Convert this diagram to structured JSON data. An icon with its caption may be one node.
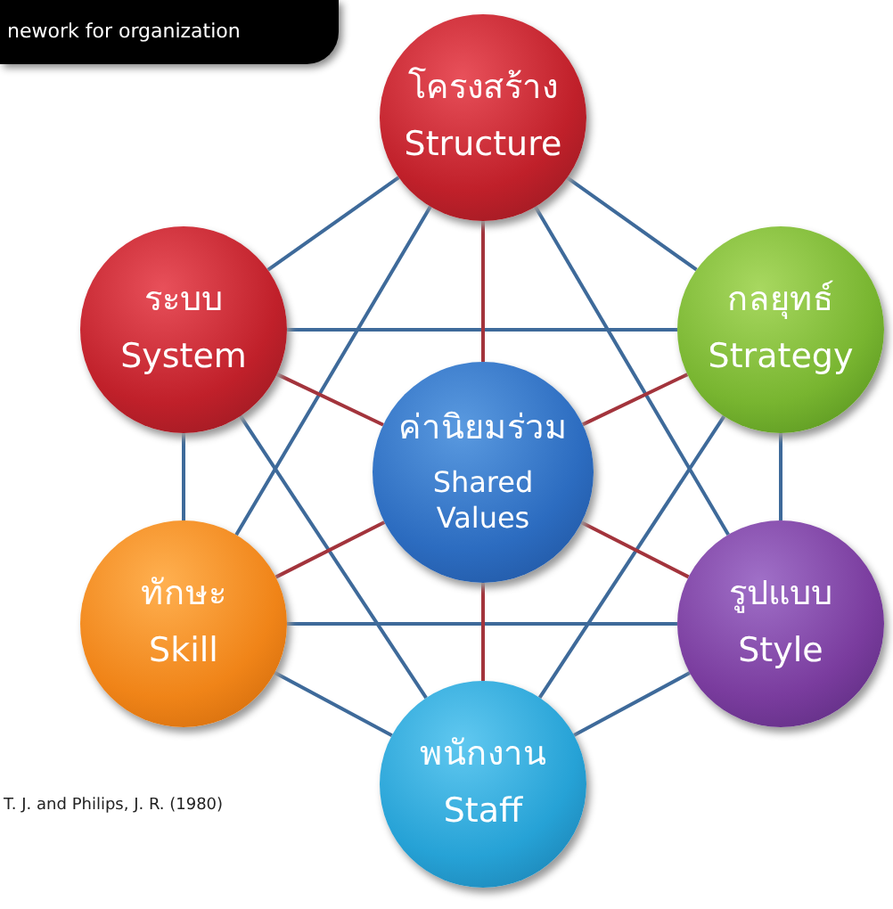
{
  "diagram": {
    "title": "nework for organization",
    "nodes": [
      {
        "text": [
          "โครงสร้าง",
          "Structure"
        ]
      },
      {
        "text": [
          "ระบบ",
          "System"
        ]
      },
      {
        "text": [
          "กลยุทธ์",
          "Strategy"
        ]
      },
      {
        "text": [
          "ค่านิยมร่วม",
          "Shared Values"
        ]
      },
      {
        "text": [
          "ทักษะ",
          "Skill"
        ]
      },
      {
        "text": [
          "รูปแบบ",
          "Style"
        ]
      },
      {
        "text": [
          "พนักงาน",
          "Staff"
        ]
      }
    ],
    "edges": [
      {
        "from": 0,
        "to": 2,
        "arrow": "none"
      },
      {
        "from": 2,
        "to": 5,
        "arrow": "none"
      },
      {
        "from": 5,
        "to": 6,
        "arrow": "none"
      },
      {
        "from": 6,
        "to": 4,
        "arrow": "none"
      },
      {
        "from": 4,
        "to": 1,
        "arrow": "none"
      },
      {
        "from": 1,
        "to": 0,
        "arrow": "none"
      },
      {
        "from": 0,
        "to": 5,
        "arrow": "none"
      },
      {
        "from": 0,
        "to": 4,
        "arrow": "none"
      },
      {
        "from": 1,
        "to": 2,
        "arrow": "none"
      },
      {
        "from": 1,
        "to": 6,
        "arrow": "none"
      },
      {
        "from": 2,
        "to": 6,
        "arrow": "none"
      },
      {
        "from": 4,
        "to": 5,
        "arrow": "none"
      },
      {
        "from": 3,
        "to": 0,
        "arrow": "none",
        "color": "#a3343c"
      },
      {
        "from": 3,
        "to": 2,
        "arrow": "none",
        "color": "#a3343c"
      },
      {
        "from": 3,
        "to": 5,
        "arrow": "none",
        "color": "#a3343c"
      },
      {
        "from": 3,
        "to": 6,
        "arrow": "none",
        "color": "#a3343c"
      },
      {
        "from": 3,
        "to": 4,
        "arrow": "none",
        "color": "#a3343c"
      },
      {
        "from": 3,
        "to": 1,
        "arrow": "none",
        "color": "#a3343c"
      }
    ],
    "labels": [
      "T. J. and Philips, J. R. (1980)"
    ]
  }
}
